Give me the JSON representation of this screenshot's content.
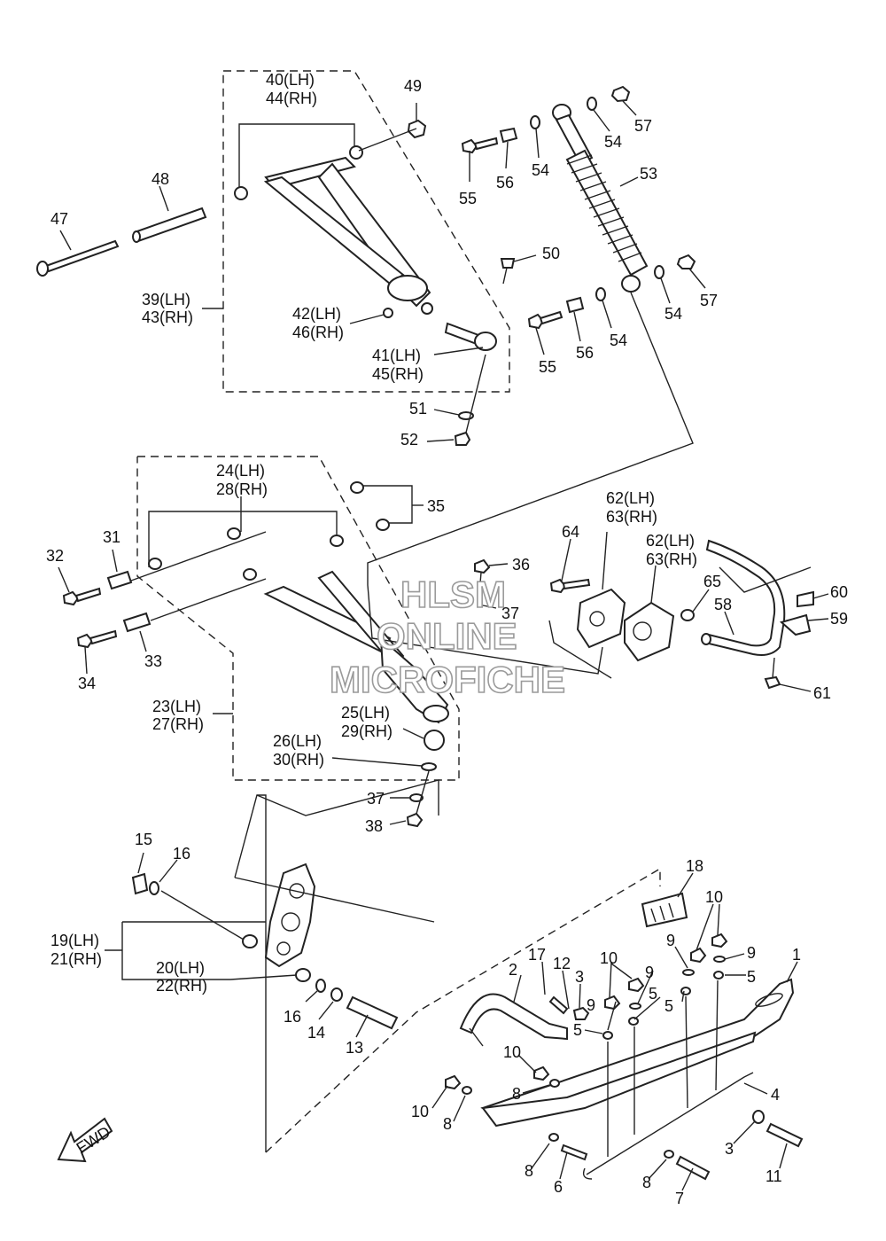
{
  "watermark": {
    "line1": "HLSM",
    "line2": "ONLINE",
    "line3": "MICROFICHE"
  },
  "fwd_label": "FWD",
  "callouts": {
    "c1": "1",
    "c2": "2",
    "c3a": "3",
    "c3b": "3",
    "c4": "4",
    "c5a": "5",
    "c5b": "5",
    "c5c": "5",
    "c5d": "5",
    "c6": "6",
    "c7": "7",
    "c8a": "8",
    "c8b": "8",
    "c8c": "8",
    "c8d": "8",
    "c9a": "9",
    "c9b": "9",
    "c9c": "9",
    "c9d": "9",
    "c10a": "10",
    "c10b": "10",
    "c10c": "10",
    "c10d": "10",
    "c11": "11",
    "c12": "12",
    "c13": "13",
    "c14": "14",
    "c15": "15",
    "c16a": "16",
    "c16b": "16",
    "c17": "17",
    "c18": "18",
    "c19_21_lh": "19(LH)",
    "c19_21_rh": "21(RH)",
    "c20_22_lh": "20(LH)",
    "c20_22_rh": "22(RH)",
    "c23_27_lh": "23(LH)",
    "c23_27_rh": "27(RH)",
    "c24_28_lh": "24(LH)",
    "c24_28_rh": "28(RH)",
    "c25_29_lh": "25(LH)",
    "c25_29_rh": "29(RH)",
    "c26_30_lh": "26(LH)",
    "c26_30_rh": "30(RH)",
    "c31": "31",
    "c32": "32",
    "c33": "33",
    "c34": "34",
    "c35": "35",
    "c36": "36",
    "c37a": "37",
    "c37b": "37",
    "c38": "38",
    "c39_43_lh": "39(LH)",
    "c39_43_rh": "43(RH)",
    "c40_44_lh": "40(LH)",
    "c40_44_rh": "44(RH)",
    "c41_45_lh": "41(LH)",
    "c41_45_rh": "45(RH)",
    "c42_46_lh": "42(LH)",
    "c42_46_rh": "46(RH)",
    "c47": "47",
    "c48": "48",
    "c49": "49",
    "c50": "50",
    "c51": "51",
    "c52": "52",
    "c53": "53",
    "c54a": "54",
    "c54b": "54",
    "c54c": "54",
    "c54d": "54",
    "c55a": "55",
    "c55b": "55",
    "c56a": "56",
    "c56b": "56",
    "c57a": "57",
    "c57b": "57",
    "c58": "58",
    "c59": "59",
    "c60": "60",
    "c61": "61",
    "c62_63a_lh": "62(LH)",
    "c62_63a_rh": "63(RH)",
    "c62_63b_lh": "62(LH)",
    "c62_63b_rh": "63(RH)",
    "c64": "64",
    "c65": "65"
  }
}
